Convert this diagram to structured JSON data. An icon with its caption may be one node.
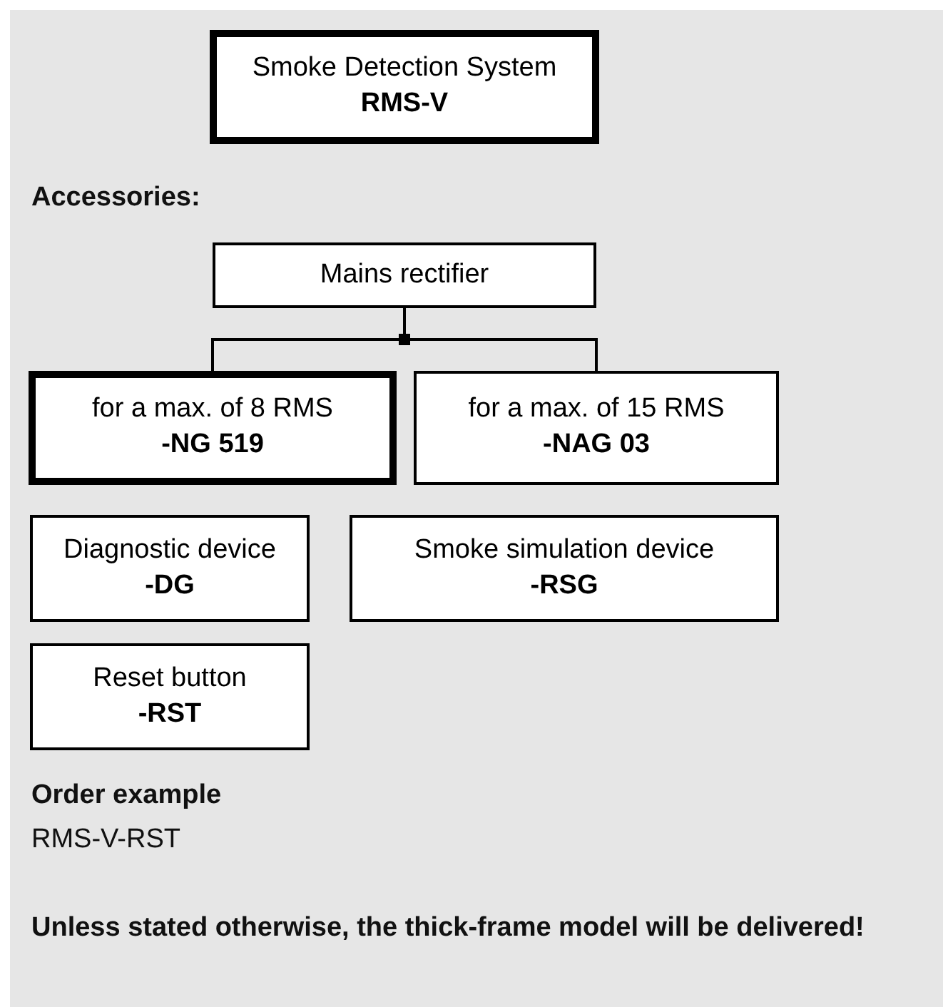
{
  "diagram": {
    "nodes": [
      {
        "text": [
          "Smoke Detection System",
          "RMS-V"
        ]
      },
      {
        "text": [
          "Mains rectifier"
        ]
      },
      {
        "text": [
          "for a max. of 8 RMS",
          "-NG 519"
        ]
      },
      {
        "text": [
          "for a max. of 15 RMS",
          "-NAG 03"
        ]
      },
      {
        "text": [
          "Diagnostic device",
          "-DG"
        ]
      },
      {
        "text": [
          "Smoke simulation device",
          "-RSG"
        ]
      },
      {
        "text": [
          "Reset button",
          "-RST"
        ]
      }
    ],
    "edges": [
      {
        "from": 1,
        "to": 2,
        "arrow": "none"
      },
      {
        "from": 1,
        "to": 3,
        "arrow": "none"
      }
    ],
    "labels": [
      "Accessories:",
      "Order example",
      "RMS-V-RST",
      "Unless stated otherwise, the thick-frame model will be delivered!"
    ]
  }
}
